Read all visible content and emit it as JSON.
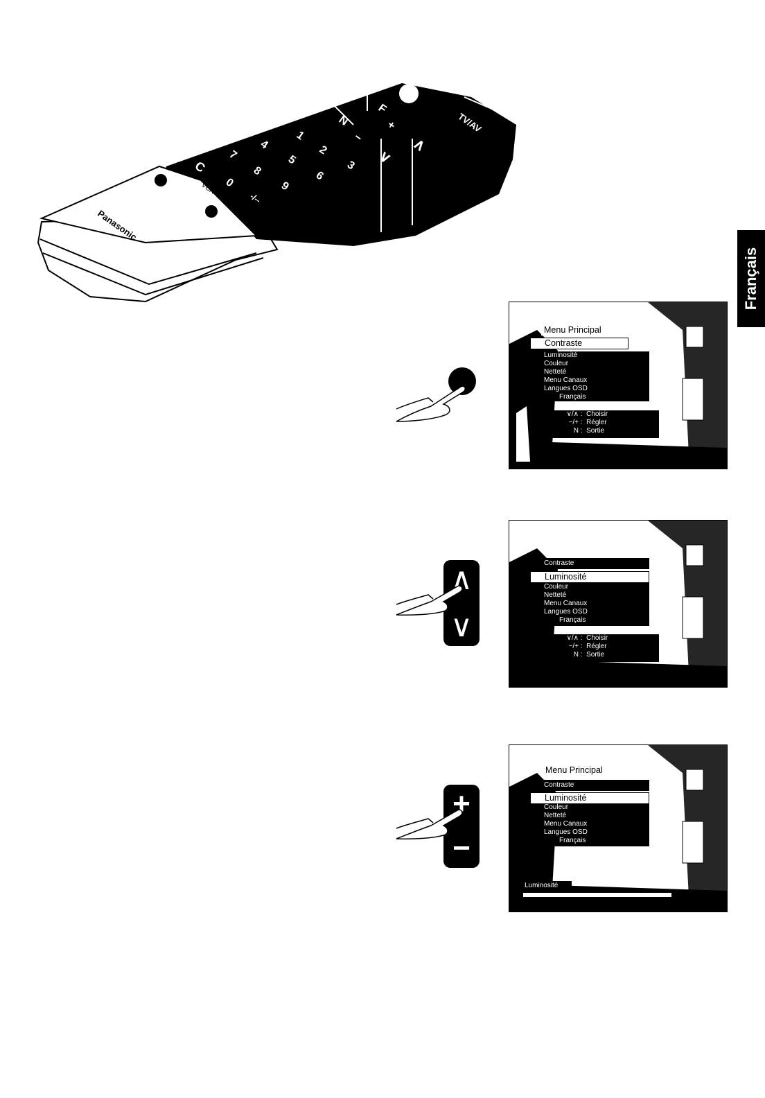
{
  "side_tab": {
    "label": "Français"
  },
  "remote": {
    "brand": "Panasonic",
    "keys": [
      "F",
      "N",
      "+",
      "-",
      "∧",
      "∨",
      "1",
      "2",
      "3",
      "4",
      "5",
      "6",
      "7",
      "8",
      "9",
      "C",
      "0",
      "VCR",
      "-/--",
      "TV/AV",
      "⏻"
    ]
  },
  "screen1": {
    "title": "Menu Principal",
    "items": [
      "Contraste",
      "Luminosité",
      "Couleur",
      "Netteté",
      "Menu Canaux",
      "Langues OSD",
      "Français"
    ],
    "selected": 0,
    "help": [
      {
        "key": "∨/∧",
        "sep": ":",
        "label": "Choisir"
      },
      {
        "key": "−/+",
        "sep": ":",
        "label": "Régler"
      },
      {
        "key": "N",
        "sep": ":",
        "label": "Sortie"
      }
    ]
  },
  "screen2": {
    "items": [
      "Contraste",
      "Luminosité",
      "Couleur",
      "Netteté",
      "Menu Canaux",
      "Langues OSD",
      "Français"
    ],
    "selected": 1,
    "help": [
      {
        "key": "∨/∧",
        "sep": ":",
        "label": "Choisir"
      },
      {
        "key": "−/+",
        "sep": ":",
        "label": "Régler"
      },
      {
        "key": "N",
        "sep": ":",
        "label": "Sortie"
      }
    ]
  },
  "screen3": {
    "title": "Menu Principal",
    "items": [
      "Contraste",
      "Luminosité",
      "Couleur",
      "Netteté",
      "Menu Canaux",
      "Langues OSD",
      "Français"
    ],
    "selected": 1,
    "bar_label": "Luminosité",
    "bar_level": 0.85
  },
  "buttons": {
    "up": "∧",
    "down": "∨",
    "plus": "+",
    "minus": "−"
  }
}
